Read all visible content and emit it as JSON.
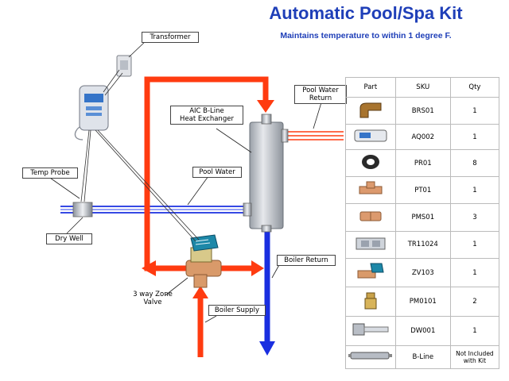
{
  "header": {
    "title": "Automatic Pool/Spa Kit",
    "subtitle": "Maintains temperature to within 1 degree F."
  },
  "labels": {
    "transformer": "Transformer",
    "pool_water_return": [
      "Pool Water",
      "Return"
    ],
    "heat_exchanger": [
      "AIC B-Line",
      "Heat Exchanger"
    ],
    "temp_probe": "Temp Probe",
    "pool_water": "Pool Water",
    "dry_well": "Dry Well",
    "boiler_return": "Boiler Return",
    "zone_valve": [
      "3 way Zone",
      "Valve"
    ],
    "boiler_supply": "Boiler Supply"
  },
  "table": {
    "headers": [
      "Part",
      "SKU",
      "Qty"
    ],
    "rows": [
      {
        "sku": "BRS01",
        "qty": "1",
        "icon": "elbow-fitting-icon"
      },
      {
        "sku": "AQ002",
        "qty": "1",
        "icon": "thermostat-controller-icon"
      },
      {
        "sku": "PR01",
        "qty": "8",
        "icon": "rubber-ring-icon"
      },
      {
        "sku": "PT01",
        "qty": "1",
        "icon": "copper-tee-icon"
      },
      {
        "sku": "PMS01",
        "qty": "3",
        "icon": "copper-coupling-icon"
      },
      {
        "sku": "TR11024",
        "qty": "1",
        "icon": "transformer-icon"
      },
      {
        "sku": "ZV103",
        "qty": "1",
        "icon": "zone-valve-icon"
      },
      {
        "sku": "PM0101",
        "qty": "2",
        "icon": "brass-adapter-icon"
      },
      {
        "sku": "DW001",
        "qty": "1",
        "icon": "dry-well-icon"
      },
      {
        "sku": "B-Line",
        "qty": [
          "Not Included",
          "with Kit"
        ],
        "icon": "heat-exchanger-icon"
      }
    ]
  },
  "colors": {
    "title": "#1f3fb8",
    "hot_pipe": "#ff3b10",
    "cold_pipe": "#1a2fe0"
  }
}
